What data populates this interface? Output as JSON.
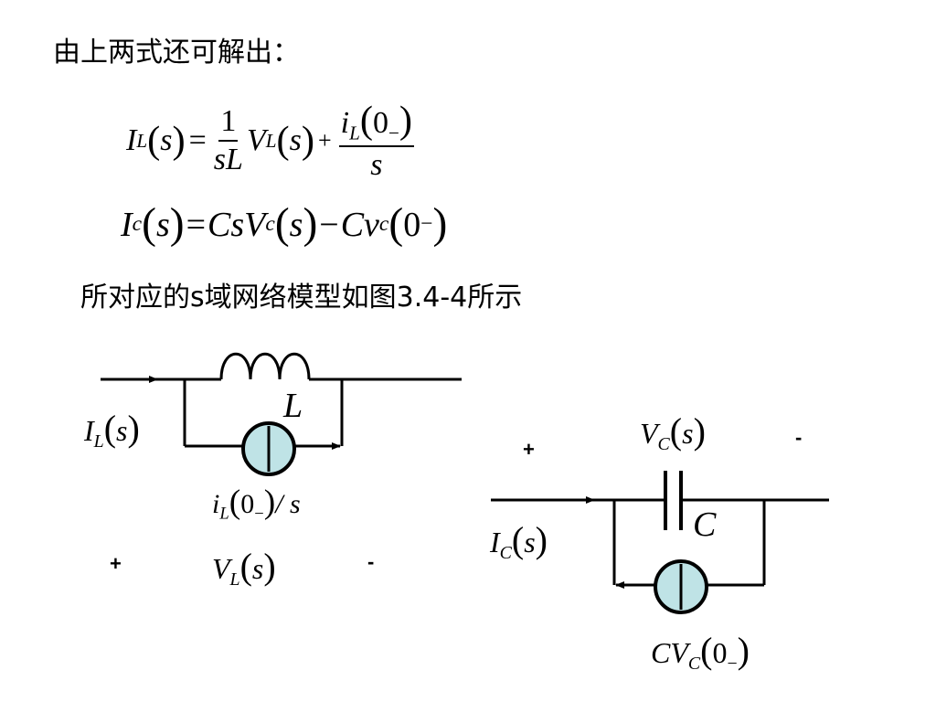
{
  "intro_text": "由上两式还可解出：",
  "model_text": "所对应的s域网络模型如图3.4-4所示",
  "eq1": {
    "lhs_sym": "I",
    "lhs_sub": "L",
    "lhs_arg": "s",
    "equals": "=",
    "frac1_num": "1",
    "frac1_den": "sL",
    "v_sym": "V",
    "v_sub": "L",
    "v_arg": "s",
    "plus": "+",
    "frac2_num_sym": "i",
    "frac2_num_sub": "L",
    "frac2_num_arg": "0",
    "frac2_den": "s"
  },
  "eq2": {
    "lhs_sym": "I",
    "lhs_sub": "c",
    "lhs_arg": "s",
    "equals": "=",
    "term1": "CsV",
    "term1_sub": "c",
    "term1_arg": "s",
    "minus": "−",
    "term2": "Cv",
    "term2_sub": "c",
    "term2_arg": "0"
  },
  "inductor_circuit": {
    "current_sym": "I",
    "current_sub": "L",
    "current_arg": "s",
    "element_label": "L",
    "source_sym": "i",
    "source_sub": "L",
    "source_arg": "0",
    "source_tail": "/ s",
    "plus": "+",
    "minus": "-",
    "voltage_sym": "V",
    "voltage_sub": "L",
    "voltage_arg": "s"
  },
  "capacitor_circuit": {
    "voltage_sym": "V",
    "voltage_sub": "C",
    "voltage_arg": "s",
    "plus": "+",
    "minus": "-",
    "current_sym": "I",
    "current_sub": "C",
    "current_arg": "s",
    "element_label": "C",
    "source_sym": "CV",
    "source_sub": "C",
    "source_arg": "0"
  },
  "colors": {
    "wire": "#000000",
    "source_fill": "#bfe3e6"
  }
}
